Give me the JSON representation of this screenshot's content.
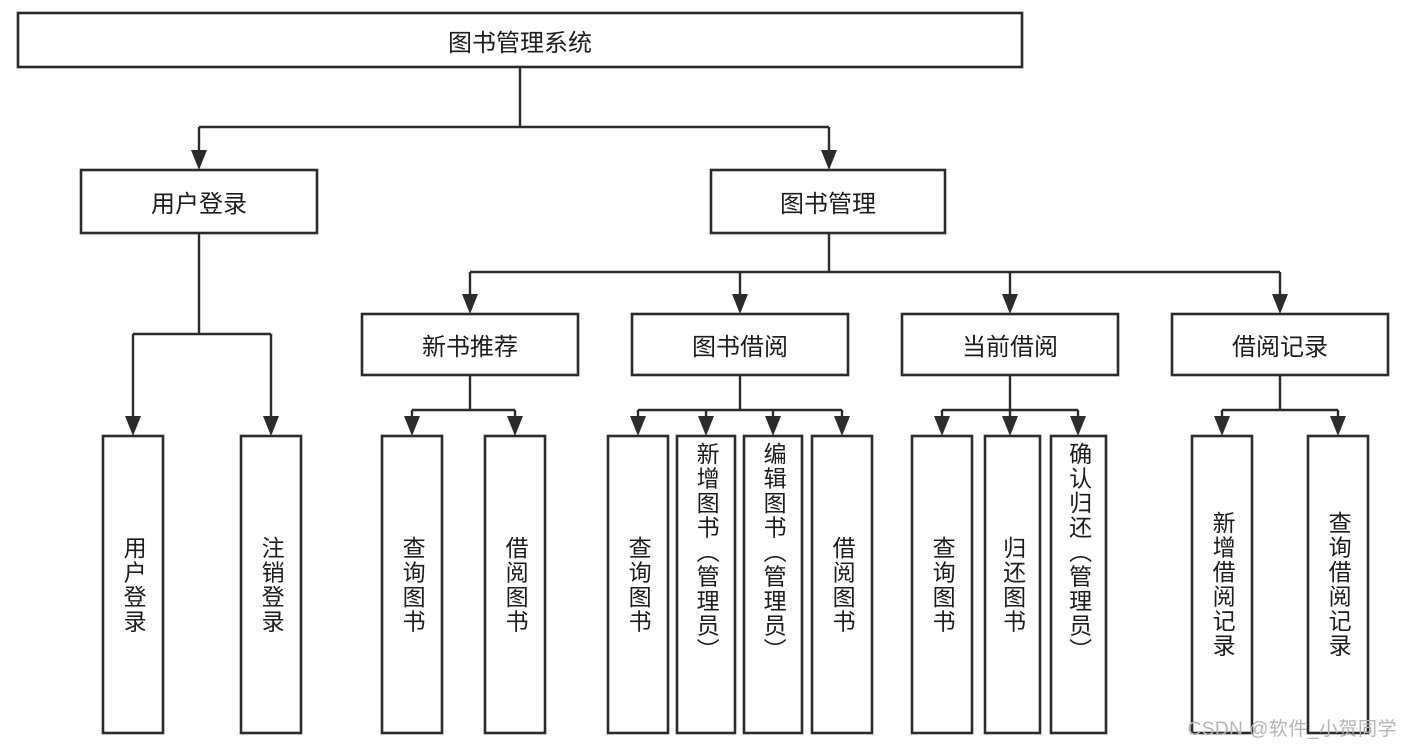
{
  "diagram": {
    "type": "tree-hierarchy-chart",
    "title": "图书管理系统",
    "colors": {
      "box_stroke": "#2b2b2b",
      "box_fill": "#ffffff",
      "connector": "#2b2b2b",
      "text": "#1c1c1c",
      "background": "#ffffff",
      "watermark": "#b4b4b4"
    },
    "root": {
      "label": "图书管理系统"
    },
    "level2": [
      {
        "id": "user-login",
        "label": "用户登录"
      },
      {
        "id": "book-management",
        "label": "图书管理"
      }
    ],
    "level3": [
      {
        "id": "new-book-recommend",
        "label": "新书推荐"
      },
      {
        "id": "book-borrow",
        "label": "图书借阅"
      },
      {
        "id": "current-borrow",
        "label": "当前借阅"
      },
      {
        "id": "borrow-record",
        "label": "借阅记录"
      }
    ],
    "leaves": {
      "user_login": [
        {
          "id": "leaf-user-login",
          "label": "用户登录"
        },
        {
          "id": "leaf-logout",
          "label": "注销登录"
        }
      ],
      "new_book_recommend": [
        {
          "id": "leaf-query-book-1",
          "label": "查询图书"
        },
        {
          "id": "leaf-borrow-book-1",
          "label": "借阅图书"
        }
      ],
      "book_borrow": [
        {
          "id": "leaf-query-book-2",
          "label": "查询图书"
        },
        {
          "id": "leaf-add-book",
          "label": "新增图书（管理员）"
        },
        {
          "id": "leaf-edit-book",
          "label": "编辑图书（管理员）"
        },
        {
          "id": "leaf-borrow-book-2",
          "label": "借阅图书"
        }
      ],
      "current_borrow": [
        {
          "id": "leaf-query-book-3",
          "label": "查询图书"
        },
        {
          "id": "leaf-return-book",
          "label": "归还图书"
        },
        {
          "id": "leaf-confirm-return",
          "label": "确认归还（管理员）"
        }
      ],
      "borrow_record": [
        {
          "id": "leaf-add-record",
          "label": "新增借阅记录"
        },
        {
          "id": "leaf-query-record",
          "label": "查询借阅记录"
        }
      ]
    }
  },
  "watermark": {
    "text": "CSDN @软件_小贺同学"
  }
}
